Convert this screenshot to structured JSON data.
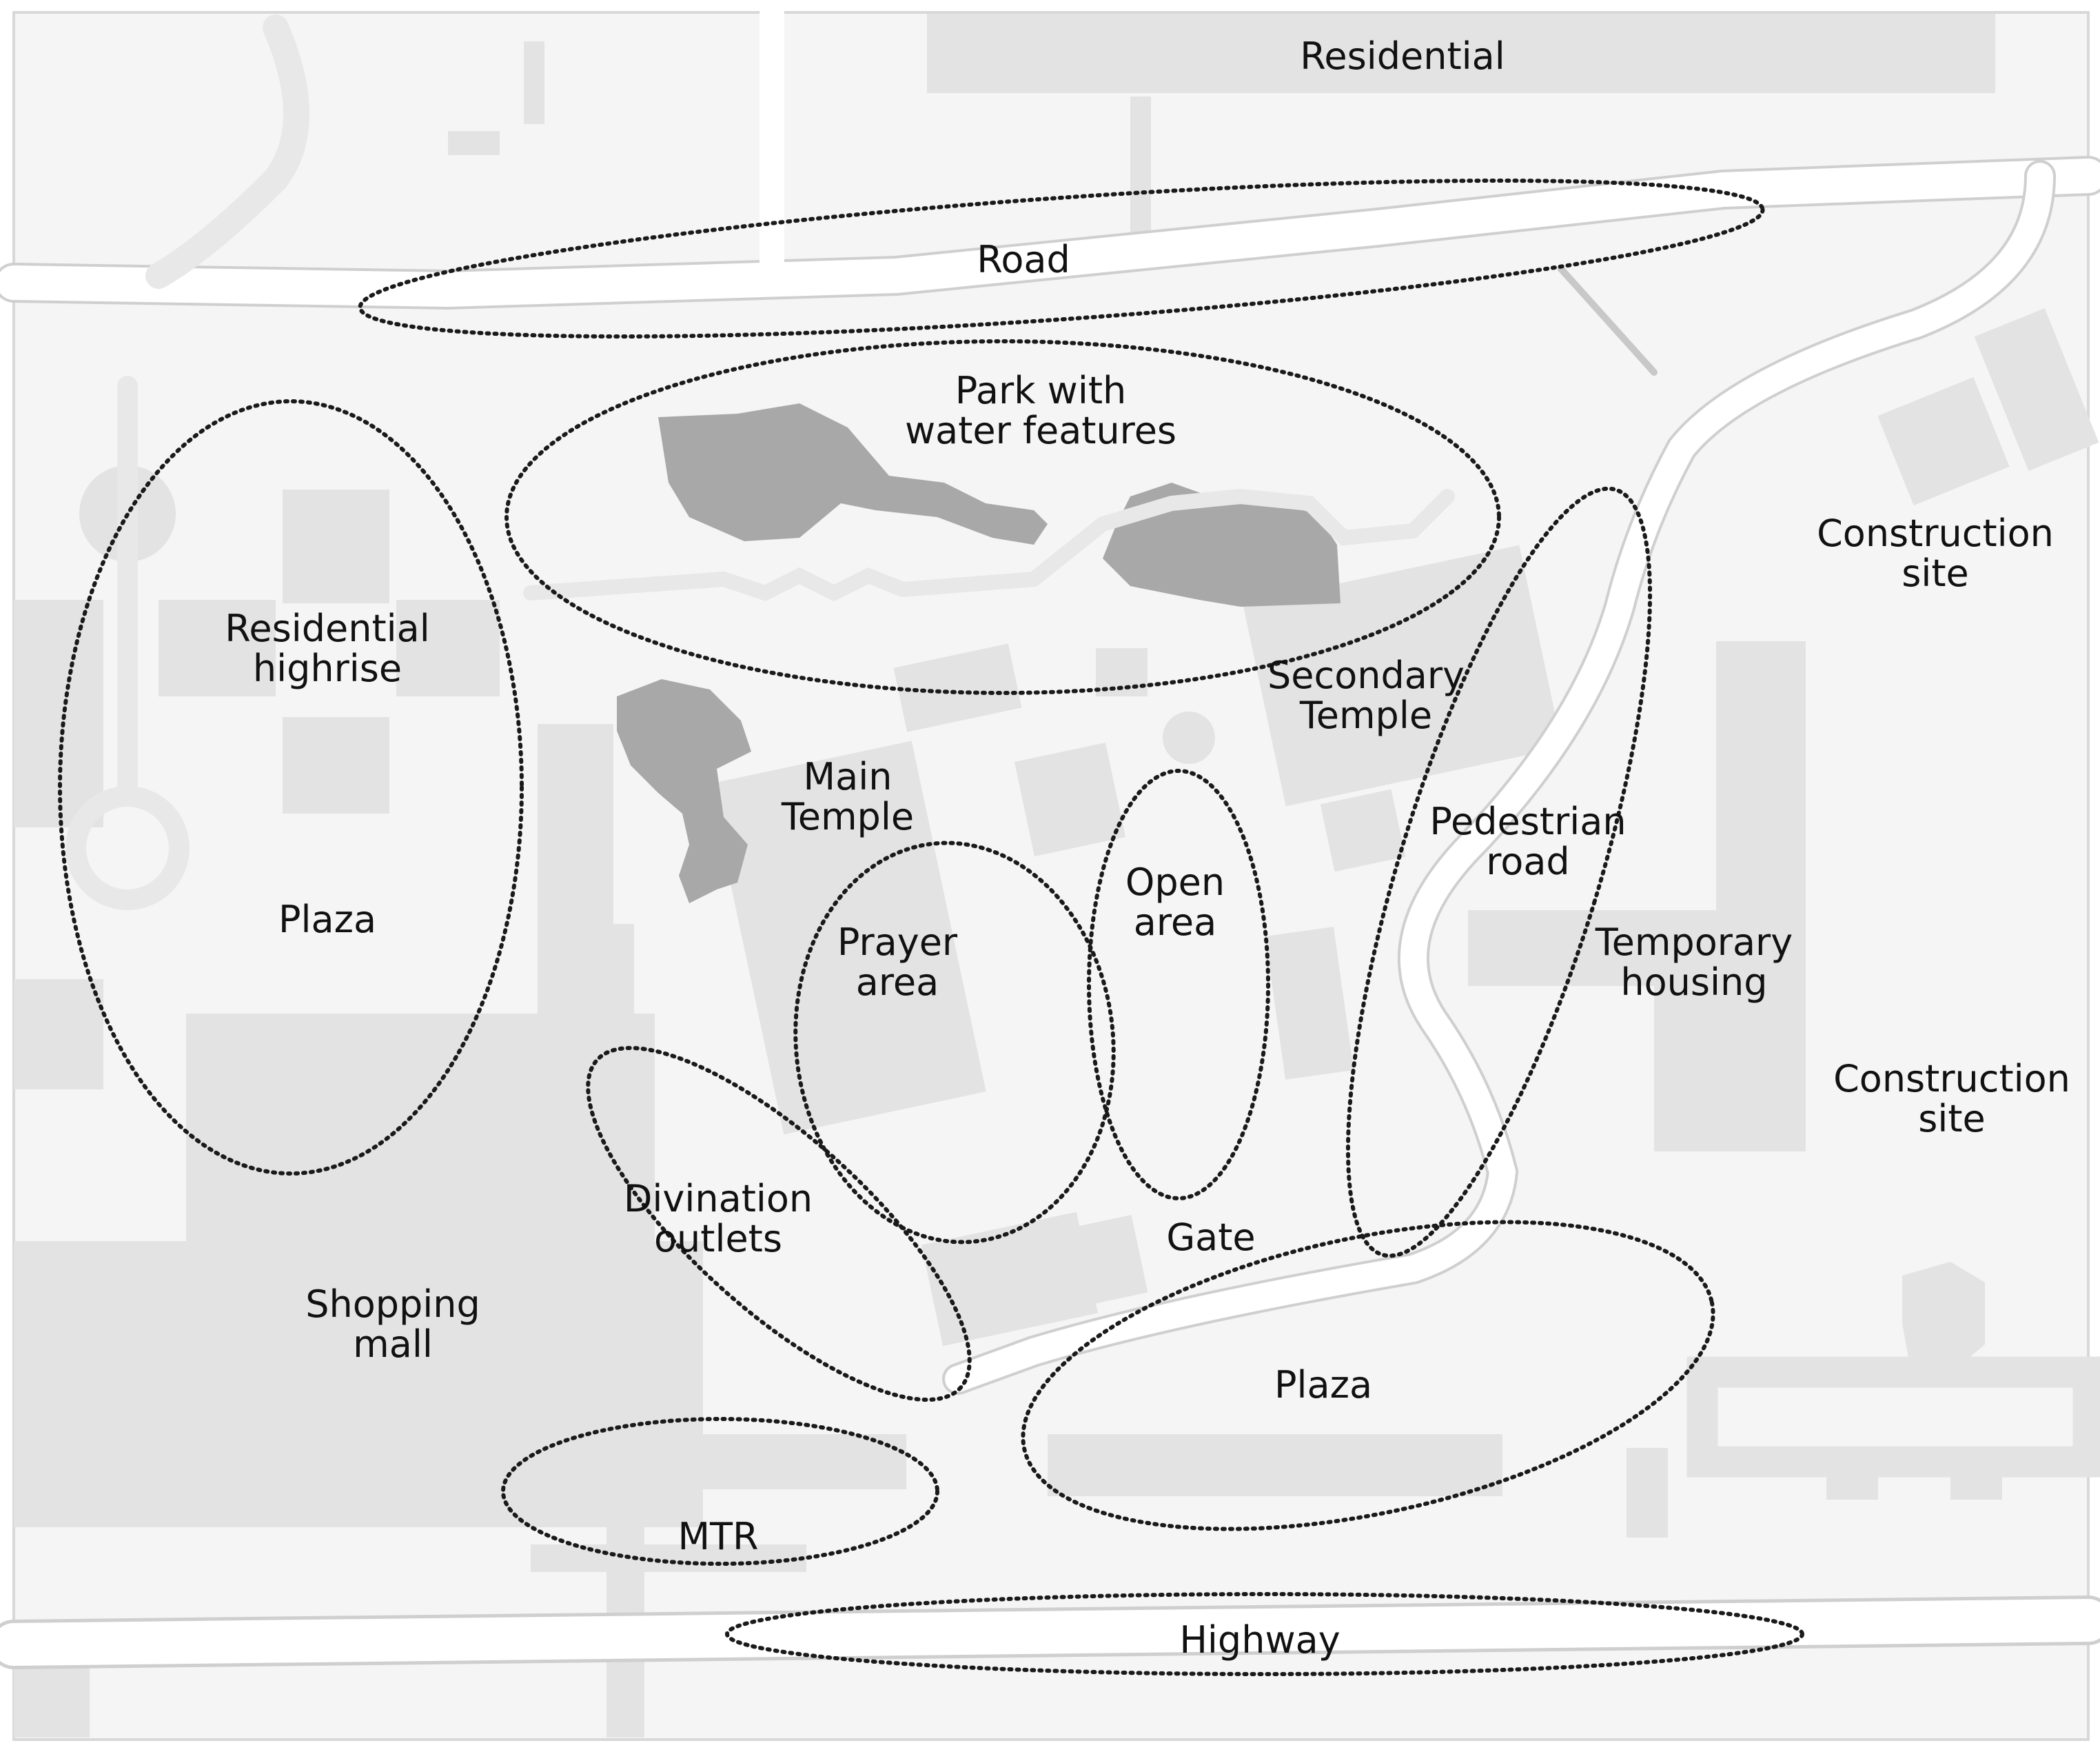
{
  "map": {
    "colors": {
      "background": "#f5f5f5",
      "building": "#e3e3e3",
      "building_dark": "#a8a8a8",
      "road": "#ffffff",
      "road_edge": "#cfcfcf",
      "outline": "#1a1a1a"
    },
    "labels": {
      "residential": "Residential",
      "road": "Road",
      "park": [
        "Park with",
        "water features"
      ],
      "residential_highrise": [
        "Residential",
        "highrise"
      ],
      "plaza_west": "Plaza",
      "construction_site_north": [
        "Construction",
        "site"
      ],
      "secondary_temple": [
        "Secondary",
        "Temple"
      ],
      "main_temple": [
        "Main",
        "Temple"
      ],
      "pedestrian_road": [
        "Pedestrian",
        "road"
      ],
      "open_area": [
        "Open",
        "area"
      ],
      "prayer_area": [
        "Prayer",
        "area"
      ],
      "temporary_housing": [
        "Temporary",
        "housing"
      ],
      "construction_site_east": [
        "Construction",
        "site"
      ],
      "divination_outlets": [
        "Divination",
        "outlets"
      ],
      "gate": "Gate",
      "shopping_mall": [
        "Shopping",
        "mall"
      ],
      "plaza_south": "Plaza",
      "mtr": "MTR",
      "highway": "Highway"
    }
  }
}
